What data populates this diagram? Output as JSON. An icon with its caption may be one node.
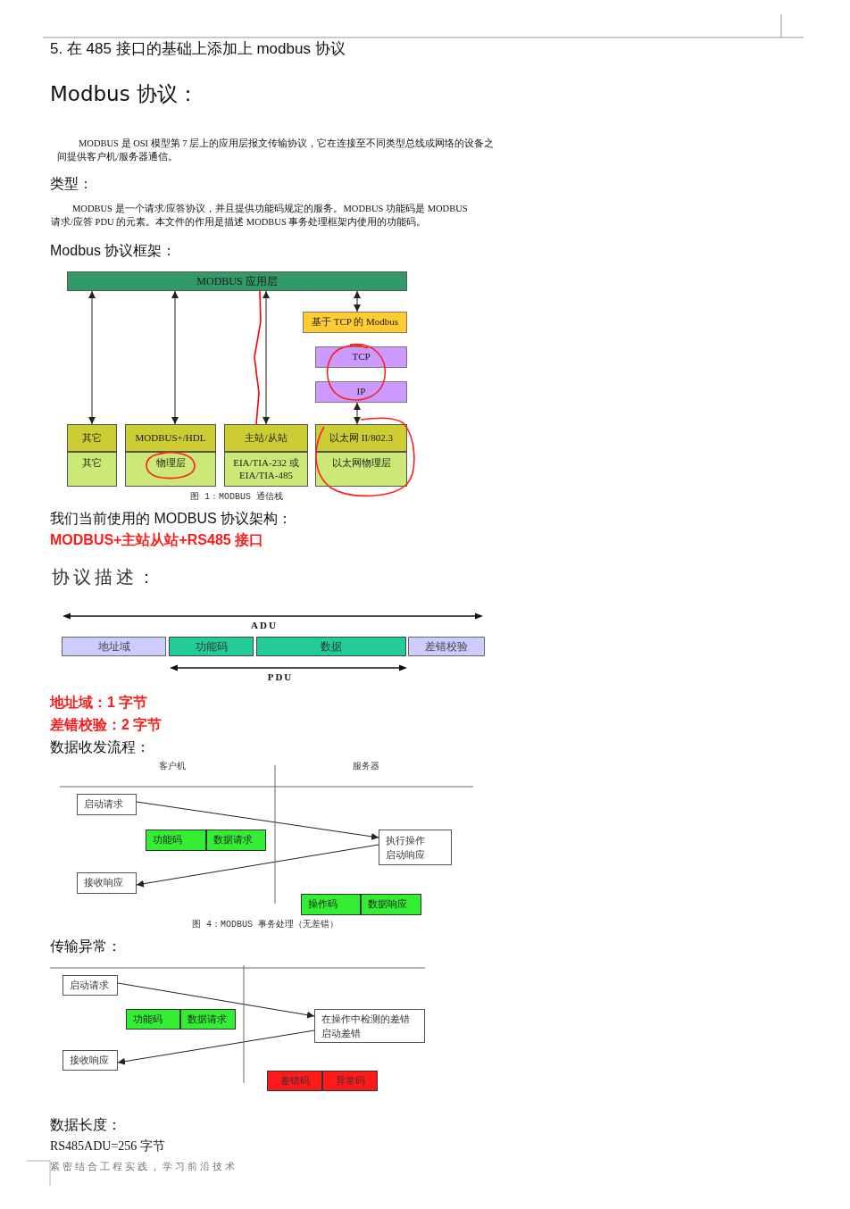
{
  "diagram": {
    "title": "5. 在 485 接口的基础上添加上 modbus 协议",
    "nodes": [
      {
        "text": [
          "MODBUS 应用层"
        ]
      },
      {
        "text": [
          "基于 TCP 的 Modbus"
        ]
      },
      {
        "text": [
          "TCP"
        ]
      },
      {
        "text": [
          "IP"
        ]
      },
      {
        "text": [
          "其它"
        ]
      },
      {
        "text": [
          "MODBUS+/HDL"
        ]
      },
      {
        "text": [
          "主站/从站"
        ]
      },
      {
        "text": [
          "以太网 II/802.3"
        ]
      },
      {
        "text": [
          "其它"
        ]
      },
      {
        "text": [
          "物理层"
        ]
      },
      {
        "text": [
          "EIA/TIA-232 或 EIA/TIA-485"
        ]
      },
      {
        "text": [
          "以太网物理层"
        ]
      },
      {
        "text": [
          "地址域"
        ]
      },
      {
        "text": [
          "功能码"
        ]
      },
      {
        "text": [
          "数据"
        ]
      },
      {
        "text": [
          "差错校验"
        ]
      },
      {
        "text": [
          "启动请求"
        ]
      },
      {
        "text": [
          "功能码"
        ]
      },
      {
        "text": [
          "数据请求"
        ]
      },
      {
        "text": [
          "执行操作",
          "启动响应"
        ]
      },
      {
        "text": [
          "接收响应"
        ]
      },
      {
        "text": [
          "操作码"
        ]
      },
      {
        "text": [
          "数据响应"
        ]
      },
      {
        "text": [
          "启动请求"
        ]
      },
      {
        "text": [
          "功能码"
        ]
      },
      {
        "text": [
          "数据请求"
        ]
      },
      {
        "text": [
          "在操作中检测的差错",
          "启动差错"
        ]
      },
      {
        "text": [
          "接收响应"
        ]
      },
      {
        "text": [
          "差错码"
        ]
      },
      {
        "text": [
          "异常码"
        ]
      }
    ],
    "edges": [
      {
        "from": 0,
        "to": 4,
        "arrow": "both"
      },
      {
        "from": 0,
        "to": 5,
        "arrow": "both"
      },
      {
        "from": 0,
        "to": 6,
        "arrow": "both"
      },
      {
        "from": 0,
        "to": 1,
        "arrow": "both"
      },
      {
        "from": 3,
        "to": 7,
        "arrow": "both"
      },
      {
        "from": 6,
        "to": 0,
        "arrow": "none",
        "color": "#ff0000"
      },
      {
        "from": 16,
        "to": 19,
        "arrow": "to"
      },
      {
        "from": 19,
        "to": 20,
        "arrow": "to"
      },
      {
        "from": 23,
        "to": 26,
        "arrow": "to"
      },
      {
        "from": 26,
        "to": 27,
        "arrow": "to"
      }
    ],
    "labels": [
      "Modbus 协议：",
      "MODBUS 是 OSI 模型第 7 层上的应用层报文传输协议，它在连接至不同类型总线或网络的设备之间提供客户机/服务器通信。",
      "类型：",
      "MODBUS 是一个请求/应答协议，并且提供功能码规定的服务。MODBUS 功能码是 MODBUS 请求/应答 PDU 的元素。本文件的作用是描述 MODBUS 事务处理框架内使用的功能码。",
      "Modbus 协议框架：",
      "图 1：MODBUS 通信栈",
      "我们当前使用的 MODBUS 协议架构：",
      "MODBUS+主站从站+RS485 接口",
      "协议描述：",
      "ADU",
      "PDU",
      "地址域：1 字节",
      "差错校验：2 字节",
      "数据收发流程：",
      "客户机",
      "服务器",
      "图 4：MODBUS 事务处理（无差错）",
      "传输异常：",
      "数据长度：",
      "RS485ADU=256 字节",
      "紧密结合工程实践，学习前沿技术"
    ]
  }
}
